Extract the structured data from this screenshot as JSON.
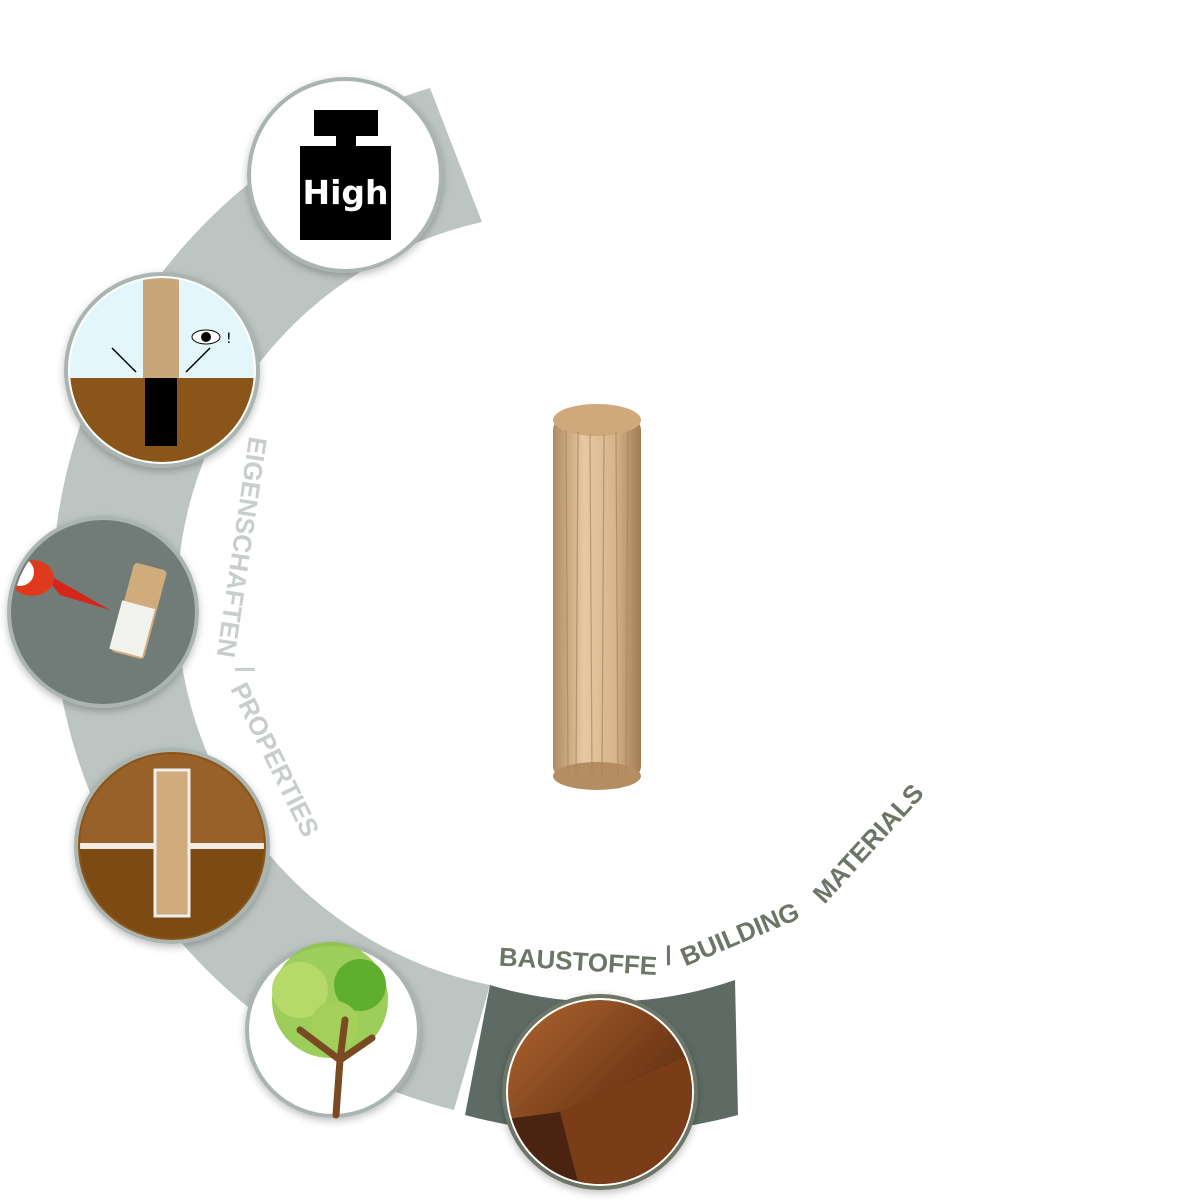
{
  "labels": {
    "properties": "EIGENSCHAFTEN / PROPERTIES",
    "building_materials": "BAUSTOFFE / BUILDING MATERIALS",
    "load_badge": "High",
    "eye_alert": "!"
  },
  "colors": {
    "band_light": "#bcc5c2",
    "band_dark": "#5e6b65",
    "properties_text": "#c7cecb",
    "materials_text": "#6d7566",
    "wood_light": "#d9b48a",
    "wood_dark": "#8a5519"
  },
  "icons": [
    "weight-high-icon",
    "dowel-gap-inspection-icon",
    "glue-bottle-icon",
    "dowel-in-wood-icon",
    "tree-icon",
    "wood-block-icon",
    "wooden-dowel"
  ]
}
